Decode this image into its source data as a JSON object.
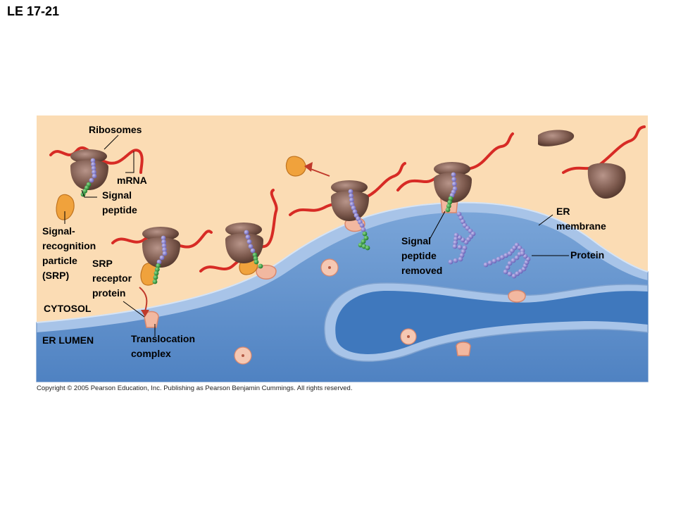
{
  "slide_title": "LE 17-21",
  "labels": {
    "ribosomes": "Ribosomes",
    "mrna": "mRNA",
    "signal_peptide": "Signal\npeptide",
    "srp": "Signal-\nrecognition\nparticle\n(SRP)",
    "srp_receptor": "SRP\nreceptor\nprotein",
    "cytosol": "CYTOSOL",
    "er_lumen": "ER LUMEN",
    "translocation_complex": "Translocation\ncomplex",
    "signal_peptide_removed": "Signal\npeptide\nremoved",
    "er_membrane": "ER\nmembrane",
    "protein": "Protein"
  },
  "copyright": "Copyright © 2005 Pearson Education, Inc. Publishing as Pearson Benjamin Cummings. All rights reserved.",
  "colors": {
    "cytosol": "#fbdcb4",
    "er_lumen": "#5e8fcb",
    "er_membrane": "#a8c4e8",
    "ribosome": "#7d5a4e",
    "mrna": "#d72b25",
    "polypeptide": "#8b84cf",
    "signal_peptide": "#2f9a3a",
    "srp": "#f0a23c",
    "translocation_complex": "#f2b8a0"
  }
}
